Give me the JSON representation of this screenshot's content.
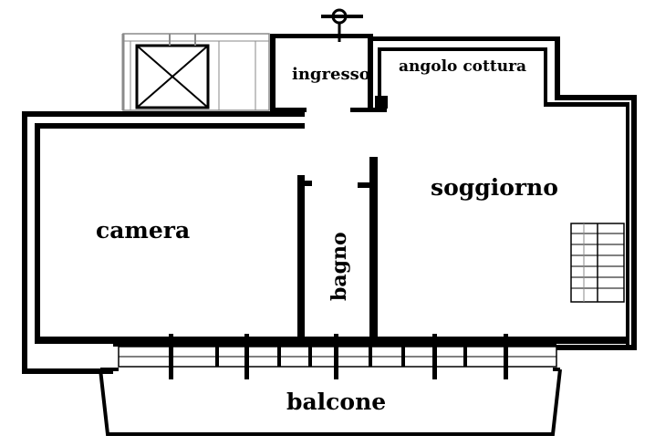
{
  "rooms": {
    "ingresso": "ingresso",
    "angolo_cottura": "angolo cottura",
    "soggiorno": "soggiorno",
    "camera": "camera",
    "bagno": "bagno",
    "balcone": "balcone"
  },
  "colors": {
    "wall": "#000000",
    "background": "#ffffff",
    "fixture": "#8a8a8a"
  },
  "icons": {
    "elevator": "elevator-shaft-icon",
    "stairs": "staircase-icon",
    "entrance_lamp": "entrance-lamp-icon"
  }
}
